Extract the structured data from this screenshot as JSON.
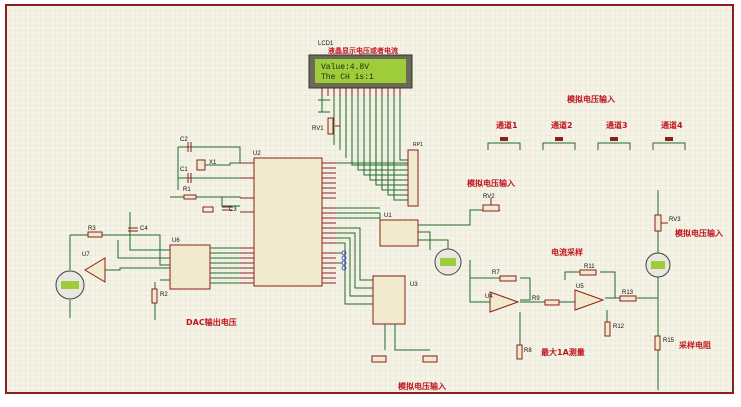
{
  "colors": {
    "background": "#f4f3e6",
    "grid": "#d8d6c4",
    "border": "#8b1e1e",
    "wire": "#1f6b2a",
    "component": "#8b1e1e",
    "chip_fill": "#f2eacd",
    "label_red": "#c0141e",
    "lcd_screen": "#9fcc3b",
    "lcd_text": "#1a2a10",
    "pin_blue": "#2a3ac8"
  },
  "lcd": {
    "ref": "LCD1",
    "title": "液晶显示电压或者电流",
    "line1": "Value:4.8V",
    "line2": "The CH is:1"
  },
  "labels": {
    "analog_in_top": "模拟电压输入",
    "analog_in_mid": "模拟电压输入",
    "analog_in_right": "模拟电压输入",
    "analog_in_bottom": "模拟电压输入",
    "dac_out": "DAC输出电压",
    "current_sample": "电流采样",
    "max_current": "最大1A测量",
    "sample_resistor": "采样电阻"
  },
  "channels": [
    "通道1",
    "通道2",
    "通道3",
    "通道4"
  ],
  "refs": {
    "U1": "U1",
    "U2": "U2",
    "U3": "U3",
    "U4": "U4",
    "U5": "U5",
    "U6": "U6",
    "U7": "U7",
    "C1": "C1",
    "C2": "C2",
    "C3": "C3",
    "C4": "C4",
    "R1": "R1",
    "R2": "R2",
    "R3": "R3",
    "R7": "R7",
    "R8": "R8",
    "R9": "R9",
    "R11": "R11",
    "R12": "R12",
    "R13": "R13",
    "R15": "R15",
    "RV1": "RV1",
    "RV2": "RV2",
    "RV3": "RV3",
    "X1": "X1",
    "RP1": "RP1"
  }
}
